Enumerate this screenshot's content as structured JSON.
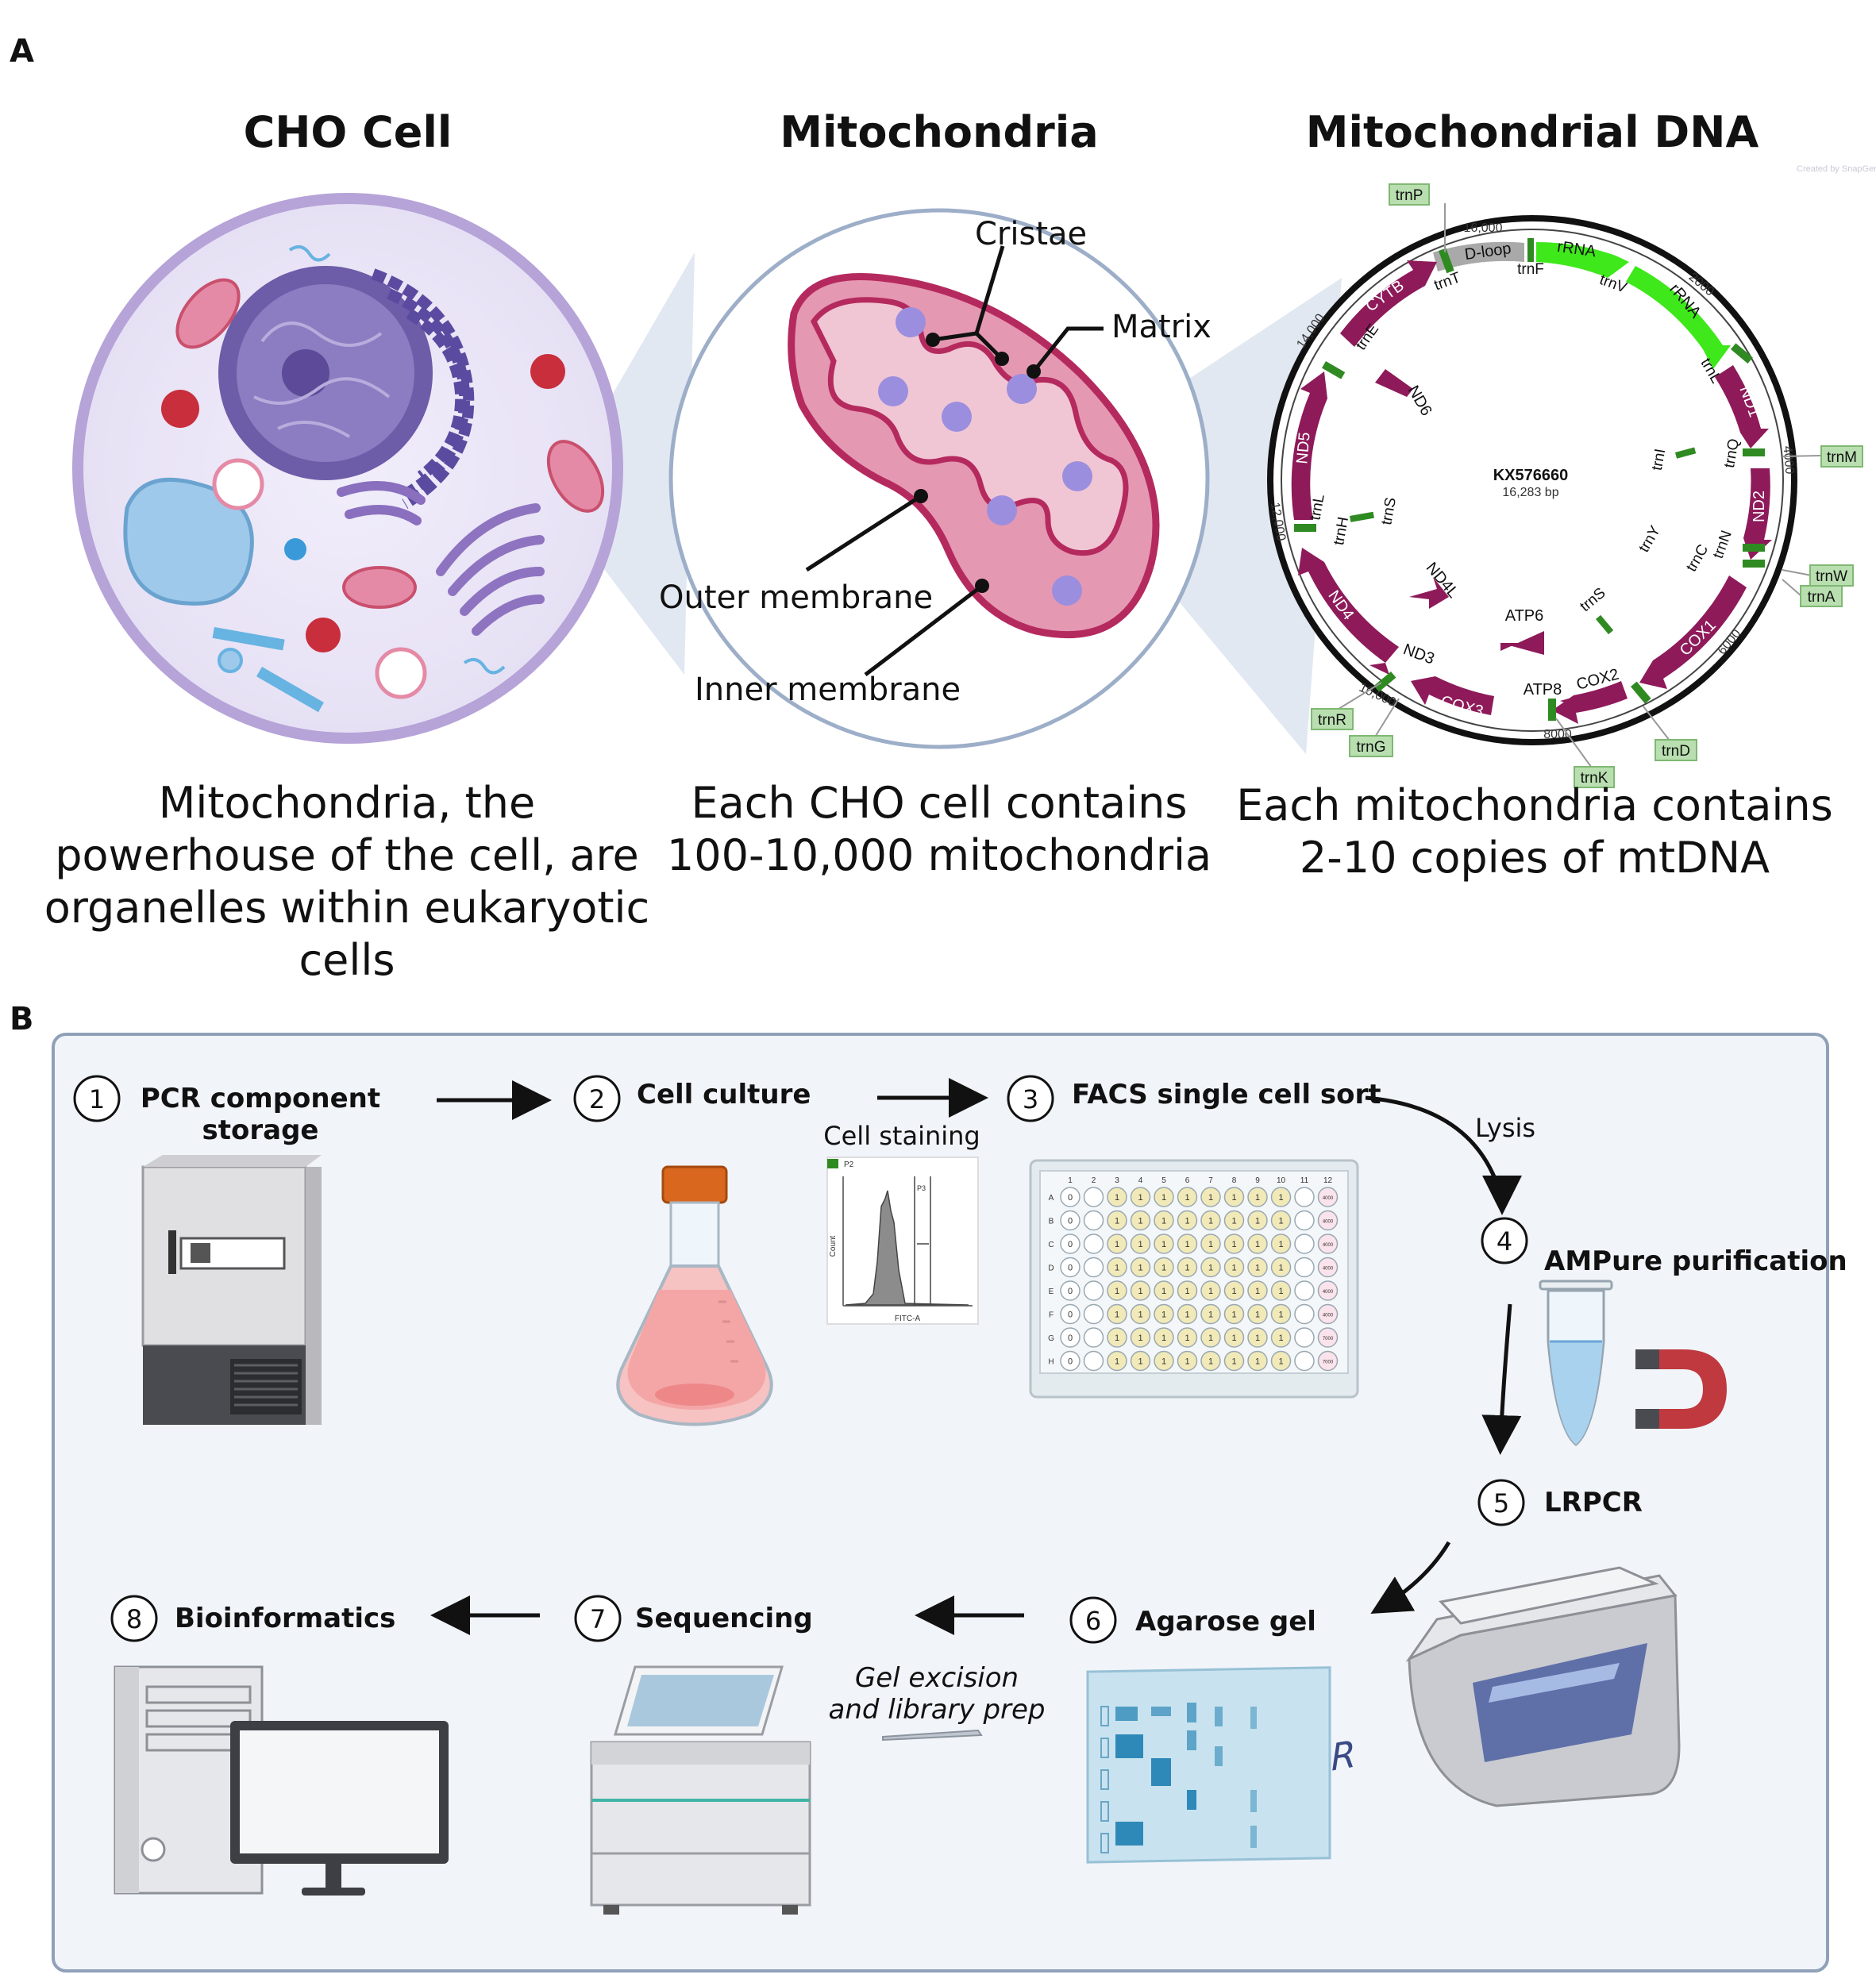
{
  "panel_a": {
    "label": "A",
    "titles": [
      "CHO Cell",
      "Mitochondria",
      "Mitochondrial DNA"
    ],
    "captions": {
      "cell": [
        "Mitochondria, the",
        "powerhouse of the cell, are",
        "organelles within eukaryotic",
        "cells"
      ],
      "mito": [
        "Each CHO cell contains",
        "100-10,000 mitochondria"
      ],
      "mtdna": [
        "Each mitochondria contains",
        "2-10 copies of mtDNA"
      ]
    },
    "mito_labels": {
      "cristae": "Cristae",
      "matrix": "Matrix",
      "outer": "Outer membrane",
      "inner": "Inner membrane"
    },
    "plasmid": {
      "name": "KX576660",
      "size": "16,283 bp",
      "credit": "Created by SnapGene",
      "ticks": [
        "16,000",
        "2000",
        "4000",
        "6000",
        "8000",
        "10,000",
        "12,000",
        "14,000"
      ],
      "genes": [
        "D-loop",
        "rRNA",
        "rRNA",
        "ND1",
        "ND2",
        "COX1",
        "COX2",
        "COX3",
        "ND4",
        "ND5",
        "CYTB",
        "ND3",
        "ND4L",
        "ATP6",
        "ATP8",
        "ND6"
      ],
      "trn_inner": [
        "trnT",
        "trnF",
        "trnV",
        "trnL",
        "trnQ",
        "trnI",
        "trnY",
        "trnC",
        "trnN",
        "trnS",
        "trnE",
        "trnL",
        "trnH",
        "trnS"
      ],
      "trn_boxes": [
        "trnP",
        "trnM",
        "trnW",
        "trnA",
        "trnD",
        "trnK",
        "trnR",
        "trnG"
      ]
    }
  },
  "panel_b": {
    "label": "B",
    "steps": [
      {
        "num": "1",
        "title": [
          "PCR component",
          "storage"
        ]
      },
      {
        "num": "2",
        "title": [
          "Cell culture"
        ]
      },
      {
        "num": "3",
        "title": [
          "FACS single cell sort"
        ]
      },
      {
        "num": "4",
        "title": [
          "AMPure purification"
        ]
      },
      {
        "num": "5",
        "title": [
          "LRPCR"
        ]
      },
      {
        "num": "6",
        "title": [
          "Agarose gel"
        ]
      },
      {
        "num": "7",
        "title": [
          "Sequencing"
        ]
      },
      {
        "num": "8",
        "title": [
          "Bioinformatics"
        ]
      }
    ],
    "cell_staining": "Cell staining",
    "lysis": "Lysis",
    "gel_note": [
      "Gel excision",
      "and library prep"
    ],
    "pcr_label": "PCR",
    "facs": {
      "gate": "P2",
      "gate_p3": "P3",
      "xaxis": "FITC-A",
      "yaxis": "Count"
    },
    "plate": {
      "cols": [
        "1",
        "2",
        "3",
        "4",
        "5",
        "6",
        "7",
        "8",
        "9",
        "10",
        "11",
        "12"
      ],
      "rows": [
        "A",
        "B",
        "C",
        "D",
        "E",
        "F",
        "G",
        "H"
      ],
      "controls": [
        "4000",
        "4000",
        "4000",
        "4000",
        "4000",
        "4000",
        "7000",
        "7000"
      ],
      "zero": "0",
      "one": "1"
    }
  },
  "colors": {
    "gene_magenta": "#8e1a5a",
    "rrna_green": "#3ee81a",
    "dloop_gray": "#a9a9a9",
    "trn_box": "#b9dfb0",
    "panel_bg": "#f1f4f9",
    "cell_membrane": "#b9a6d6",
    "mito_pink": "#e59ab3"
  }
}
